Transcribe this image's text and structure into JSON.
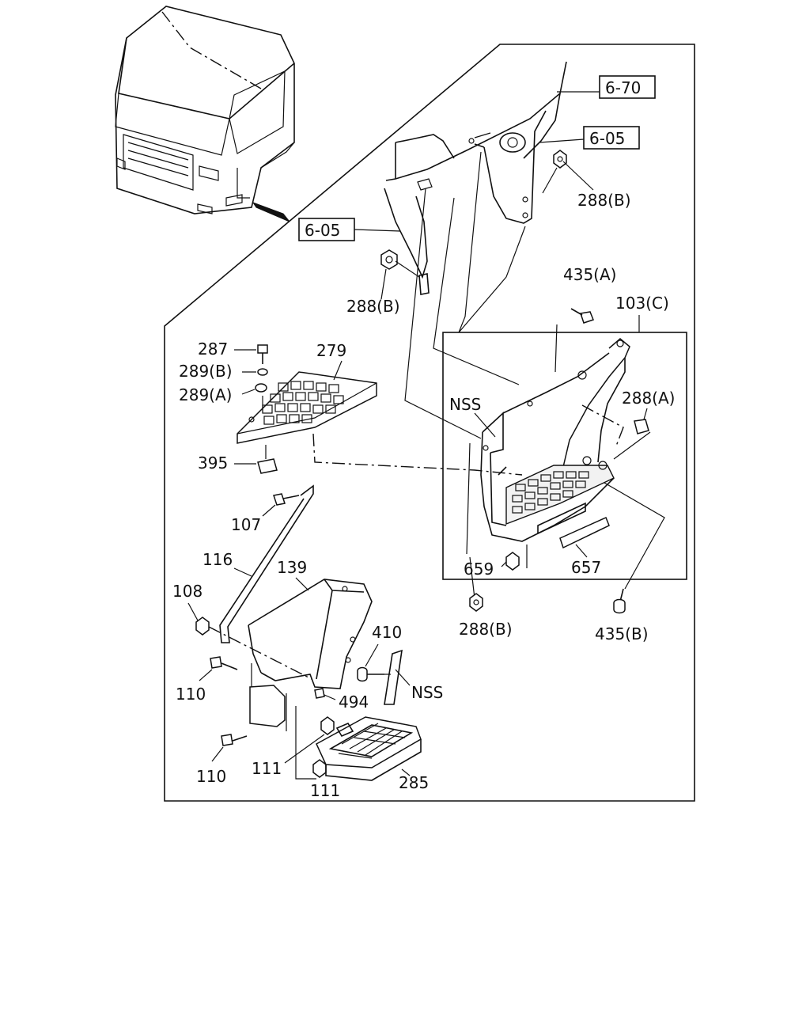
{
  "labels": {
    "ref_670": "6-70",
    "ref_605_top": "6-05",
    "ref_605_left": "6-05",
    "p288b_1": "288(B)",
    "p288b_2": "288(B)",
    "p288b_3": "288(B)",
    "p435a": "435(A)",
    "p103c": "103(C)",
    "p287": "287",
    "p279": "279",
    "p289b": "289(B)",
    "p289a": "289(A)",
    "nss_1": "NSS",
    "p288a": "288(A)",
    "p395": "395",
    "p107": "107",
    "p116": "116",
    "p139": "139",
    "p108": "108",
    "p659": "659",
    "p657": "657",
    "p435b": "435(B)",
    "p410": "410",
    "p110_1": "110",
    "p494": "494",
    "nss_2": "NSS",
    "p110_2": "110",
    "p111_1": "111",
    "p285": "285",
    "p111_2": "111"
  }
}
